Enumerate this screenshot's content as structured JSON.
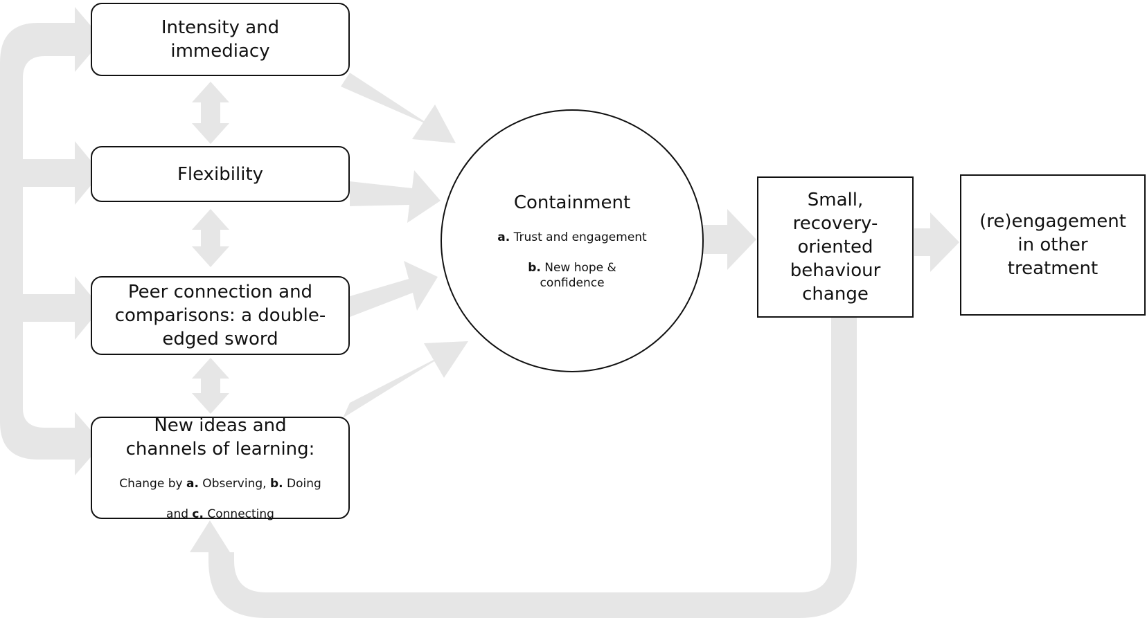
{
  "nodes": {
    "intensity": {
      "title": "Intensity and\nimmediacy"
    },
    "flexibility": {
      "title": "Flexibility"
    },
    "peer": {
      "title": "Peer connection and\ncomparisons: a double-\nedged sword"
    },
    "new_ideas": {
      "title": "New ideas and\nchannels of learning:",
      "line1_prefix": "Change by ",
      "a_marker": "a.",
      "a_text": " Observing, ",
      "b_marker": "b.",
      "b_text": " Doing",
      "line2_prefix": "and ",
      "c_marker": "c.",
      "c_text": " Connecting"
    },
    "containment": {
      "title": "Containment",
      "a_marker": "a.",
      "a_text": " Trust and engagement",
      "b_marker": "b.",
      "b_text": " New hope &",
      "b_text2": "confidence"
    },
    "behaviour_change": {
      "title": "Small,\nrecovery-\noriented\nbehaviour\nchange"
    },
    "reengagement": {
      "title": "(re)engagement\nin other\ntreatment"
    }
  },
  "colors": {
    "arrow": "#e6e6e6",
    "border": "#111111",
    "background": "#ffffff"
  }
}
